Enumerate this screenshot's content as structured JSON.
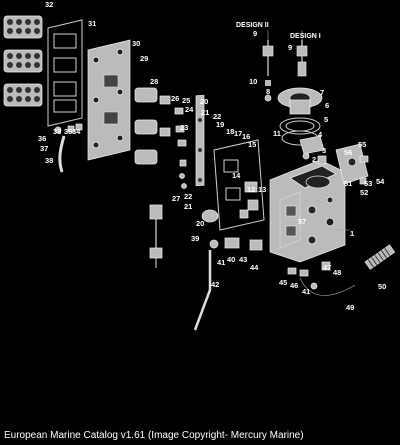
{
  "design_labels": {
    "design2": "DESIGN II",
    "design1": "DESIGN I"
  },
  "part_numbers": [
    "32",
    "31",
    "30",
    "29",
    "28",
    "26",
    "25",
    "20",
    "24",
    "21",
    "22",
    "19",
    "23",
    "18",
    "17",
    "16",
    "15",
    "11",
    "14",
    "13",
    "12",
    "1",
    "27",
    "22",
    "21",
    "20",
    "39",
    "41",
    "40",
    "43",
    "44",
    "42",
    "45",
    "46",
    "41",
    "49",
    "47",
    "48",
    "50",
    "36",
    "37",
    "33",
    "34",
    "35",
    "38",
    "9",
    "10",
    "8",
    "9",
    "7",
    "6",
    "5",
    "4",
    "3",
    "2",
    "56",
    "55",
    "53",
    "54",
    "51",
    "52",
    "57"
  ],
  "caption": "European Marine Catalog v1.61 (Image Copyright- Mercury Marine)"
}
